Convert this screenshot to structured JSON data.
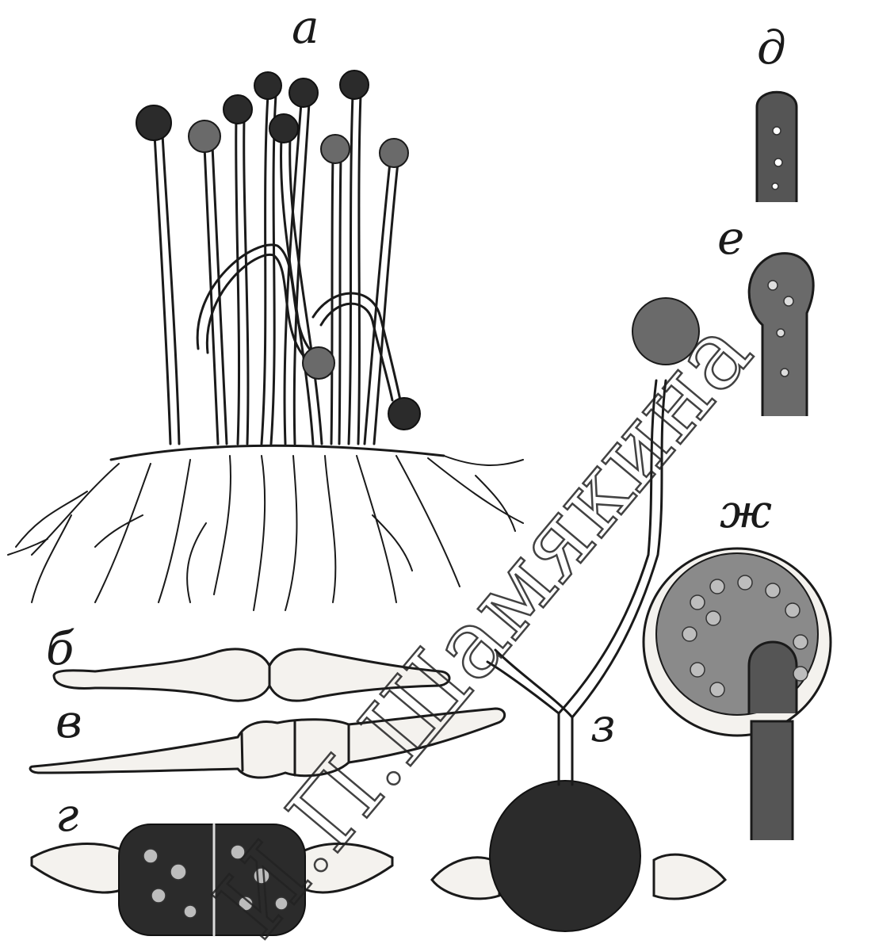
{
  "labels": {
    "a": "а",
    "b": "б",
    "v": "в",
    "g": "г",
    "d": "д",
    "e": "е",
    "zh": "ж",
    "z": "з"
  },
  "watermark": "И.П.Шамякина"
}
